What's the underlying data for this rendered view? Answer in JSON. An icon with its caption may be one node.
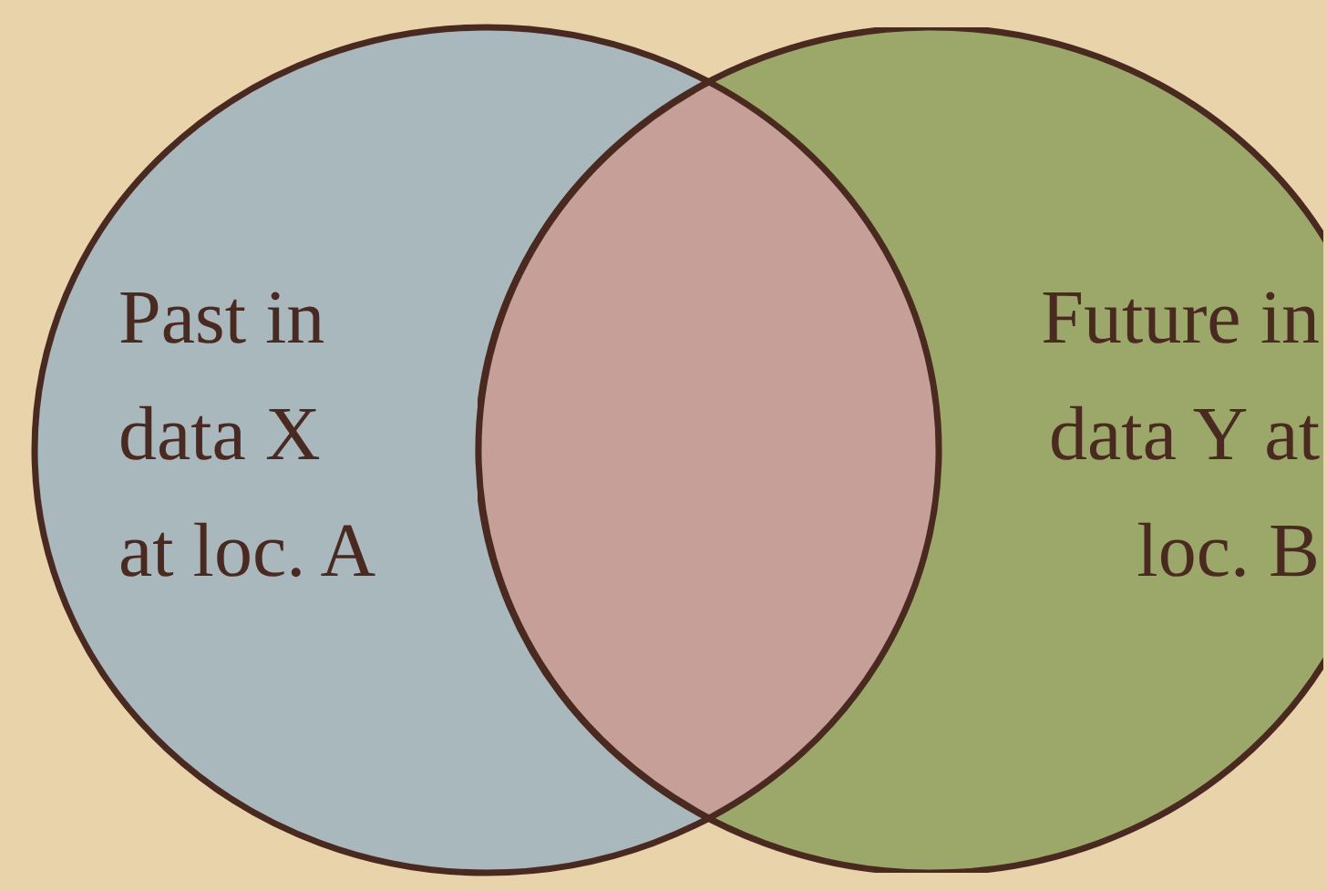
{
  "diagram": {
    "nodes": [
      {
        "text": [
          "Past in data X at loc. A"
        ]
      },
      {
        "text": [
          "Future in data Y at loc. B"
        ]
      },
      {
        "text": [],
        "shape": "lens"
      }
    ],
    "edges": []
  }
}
